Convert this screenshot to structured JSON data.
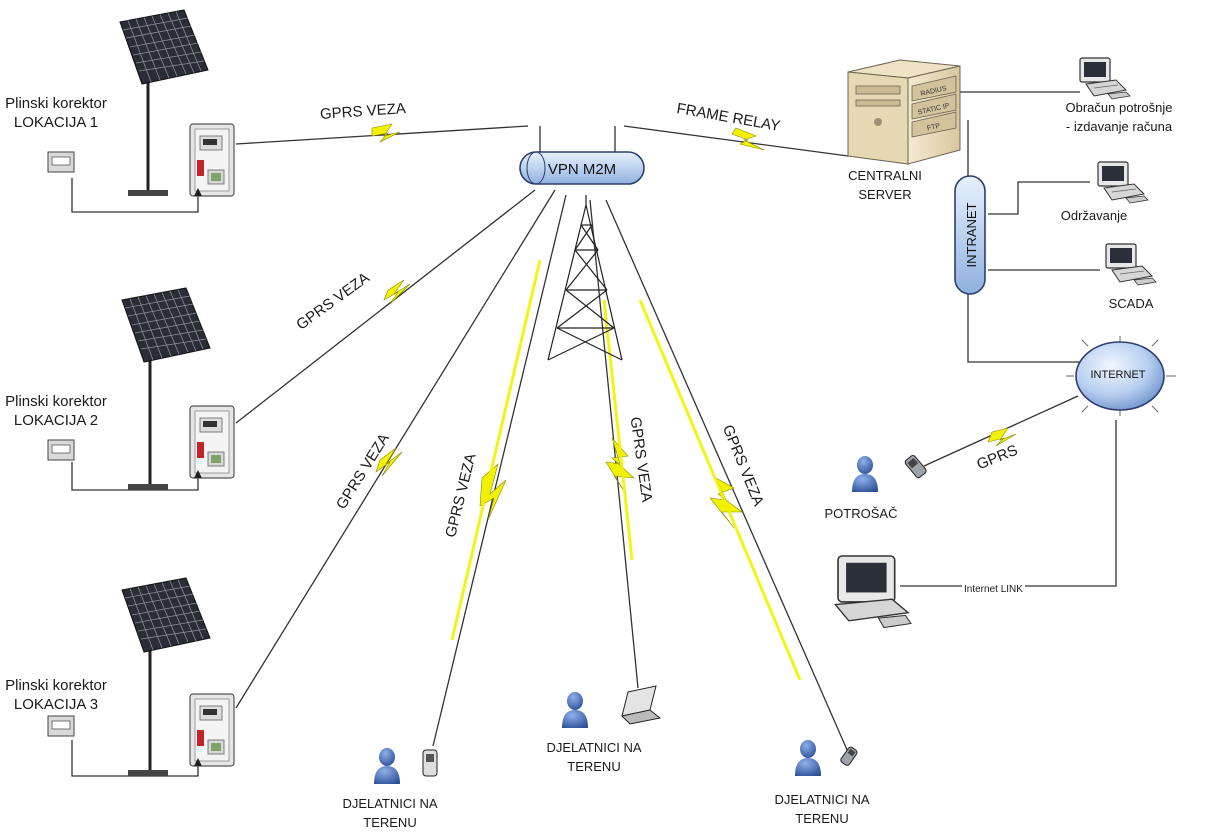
{
  "locations": [
    {
      "line1": "Plinski korektor",
      "line2": "LOKACIJA 1"
    },
    {
      "line1": "Plinski korektor",
      "line2": "LOKACIJA 2"
    },
    {
      "line1": "Plinski korektor",
      "line2": "LOKACIJA 3"
    }
  ],
  "links": {
    "gprs_veza_1": "GPRS  VEZA",
    "gprs_veza_2": "GPRS  VEZA",
    "gprs_veza_3": "GPRS  VEZA",
    "gprs_veza_4": "GPRS  VEZA",
    "gprs_veza_5": "GPRS VEZA",
    "gprs_veza_6": "GPRS VEZA",
    "frame_relay": "FRAME RELAY",
    "gprs_consumer": "GPRS",
    "internet_link": "Internet LINK"
  },
  "hubs": {
    "vpn": "VPN M2M",
    "intranet": "INTRANET",
    "internet": "INTERNET"
  },
  "server": {
    "label_line1": "CENTRALNI",
    "label_line2": "SERVER",
    "slot1": "RADIUS",
    "slot2": "STATIC IP",
    "slot3": "FTP"
  },
  "clients": {
    "billing_line1": "Obračun potrošnje",
    "billing_line2": "- izdavanje računa",
    "maintenance": "Održavanje",
    "scada": "SCADA"
  },
  "consumer": "POTROŠAČ",
  "field_workers": [
    {
      "line1": "DJELATNICI NA",
      "line2": "TERENU"
    },
    {
      "line1": "DJELATNICI NA",
      "line2": "TERENU"
    },
    {
      "line1": "DJELATNICI NA",
      "line2": "TERENU"
    }
  ],
  "colors": {
    "zigzag": "#f2f200",
    "line": "#333333",
    "hub_fill": "#c9dcf3",
    "hub_stroke": "#2b3f6e",
    "person": "#3f66b0"
  }
}
